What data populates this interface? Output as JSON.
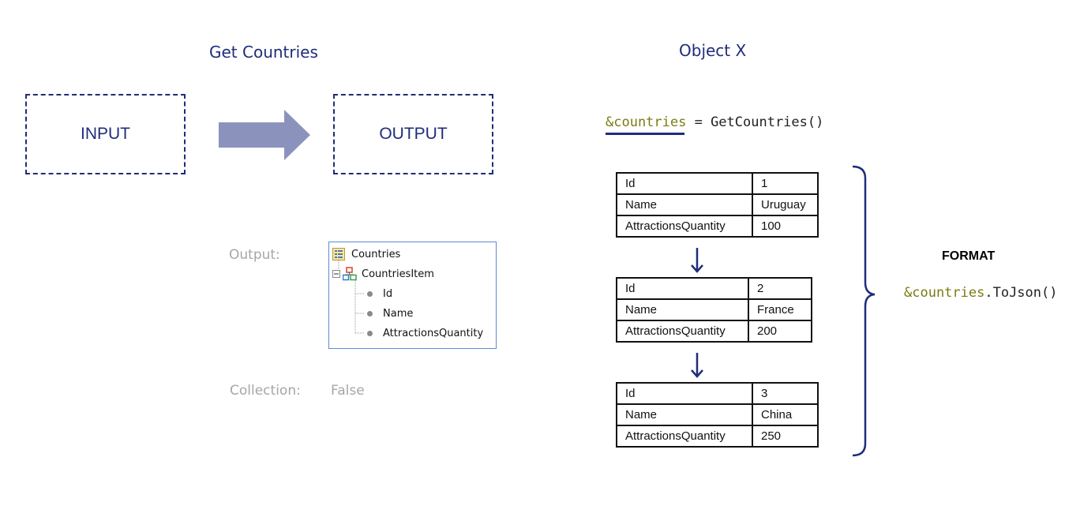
{
  "left_title": "Get Countries",
  "right_title": "Object X",
  "input_label": "INPUT",
  "output_label": "OUTPUT",
  "output_caption": "Output:",
  "collection_caption": "Collection:",
  "collection_value": "False",
  "tree": {
    "root": "Countries",
    "item": "CountriesItem",
    "fields": [
      "Id",
      "Name",
      "AttractionsQuantity"
    ]
  },
  "assignment": {
    "variable": "&countries",
    "rest": " = GetCountries()"
  },
  "records": [
    {
      "rows": [
        {
          "key": "Id",
          "value": "1"
        },
        {
          "key": "Name",
          "value": "Uruguay"
        },
        {
          "key": "AttractionsQuantity",
          "value": "100"
        }
      ]
    },
    {
      "rows": [
        {
          "key": "Id",
          "value": "2"
        },
        {
          "key": "Name",
          "value": "France"
        },
        {
          "key": "AttractionsQuantity",
          "value": "200"
        }
      ]
    },
    {
      "rows": [
        {
          "key": "Id",
          "value": "3"
        },
        {
          "key": "Name",
          "value": "China"
        },
        {
          "key": "AttractionsQuantity",
          "value": "250"
        }
      ]
    }
  ],
  "format_label": "FORMAT",
  "tojson": {
    "variable": "&countries",
    "method": ".ToJson()"
  },
  "colors": {
    "navy": "#1f2d7a",
    "arrow": "#8b93bd",
    "variable": "#7b7b12"
  },
  "icons": {
    "root": "sdt-icon",
    "item": "collection-item-icon",
    "field": "bullet-icon"
  }
}
